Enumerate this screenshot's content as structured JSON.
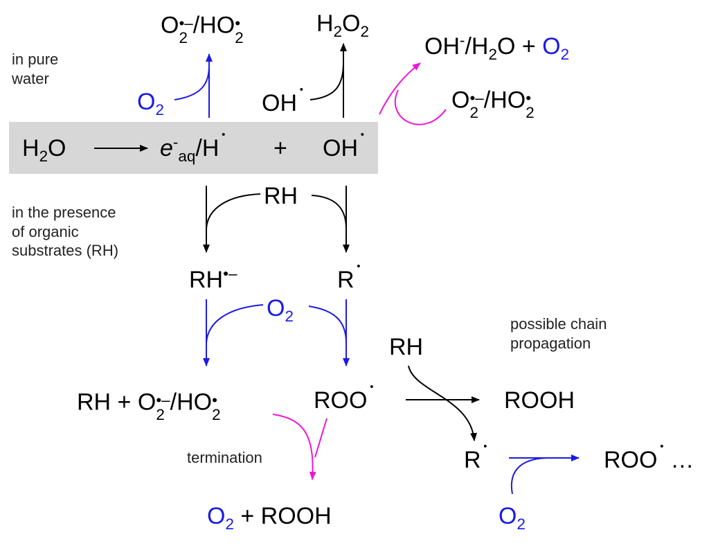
{
  "colors": {
    "black": "#000000",
    "blue": "#1a1ae6",
    "magenta": "#ee14d9",
    "band": "#d7d7d7"
  },
  "conditions": {
    "pure_water": "in pure\nwater",
    "organic": "in the presence\nof organic\nsubstrates (RH)",
    "chain": "possible chain\npropagation",
    "termination": "termination"
  },
  "species": {
    "h2o_h": "H",
    "h2o_2": "2",
    "h2o_o": "O",
    "e_aq_e": "e",
    "e_aq_minus": "-",
    "e_aq_aq": "aq",
    "e_aq_h": "/H",
    "plus": "+",
    "oh": "OH",
    "o": "O",
    "two": "2",
    "o2_charge": "•–",
    "slash_ho": "/HO",
    "dot": "•",
    "h2o2_h": "H",
    "h2o2_o": "O",
    "two_b": "2",
    "oh_minus_oh": "OH",
    "oh_minus_sup": "-",
    "oh_minus_h": "/H",
    "oh_minus_o": "O",
    "plus_sp": " + ",
    "rh": "RH",
    "rh_anion_charge": "•–",
    "r": "R",
    "roo": "ROO",
    "rooh": "ROOH",
    "ellipsis": "…",
    "rh_plus": "RH + ",
    "o2_plus": " + ROOH"
  }
}
